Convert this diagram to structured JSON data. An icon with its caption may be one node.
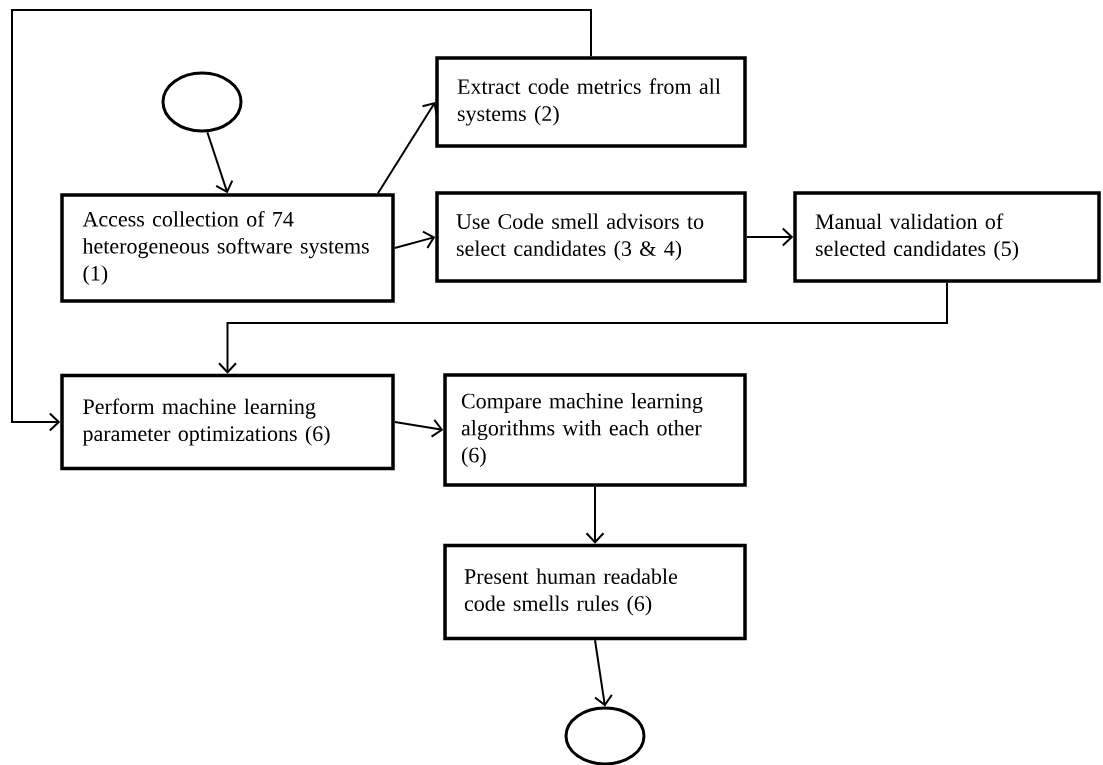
{
  "diagram": {
    "nodes": [
      {
        "text": [],
        "shape": "circle"
      },
      {
        "text": [
          "Access collection of 74 heterogeneous software systems (1)"
        ]
      },
      {
        "text": [
          "Extract code metrics from all systems (2)"
        ]
      },
      {
        "text": [
          "Use Code smell advisors to select candidates (3 & 4)"
        ]
      },
      {
        "text": [
          "Manual validation of selected candidates (5)"
        ]
      },
      {
        "text": [
          "Perform machine learning parameter optimizations (6)"
        ]
      },
      {
        "text": [
          "Compare machine learning algorithms with each other (6)"
        ]
      },
      {
        "text": [
          "Present human readable code smells rules (6)"
        ]
      },
      {
        "text": [],
        "shape": "circle"
      }
    ],
    "edges": [
      {
        "from": 0,
        "to": 1,
        "arrow": "to"
      },
      {
        "from": 1,
        "to": 2,
        "arrow": "to"
      },
      {
        "from": 1,
        "to": 3,
        "arrow": "to"
      },
      {
        "from": 3,
        "to": 4,
        "arrow": "to"
      },
      {
        "from": 2,
        "to": 5,
        "arrow": "to"
      },
      {
        "from": 4,
        "to": 5,
        "arrow": "to"
      },
      {
        "from": 5,
        "to": 6,
        "arrow": "to"
      },
      {
        "from": 6,
        "to": 7,
        "arrow": "to"
      },
      {
        "from": 7,
        "to": 8,
        "arrow": "to"
      }
    ]
  }
}
